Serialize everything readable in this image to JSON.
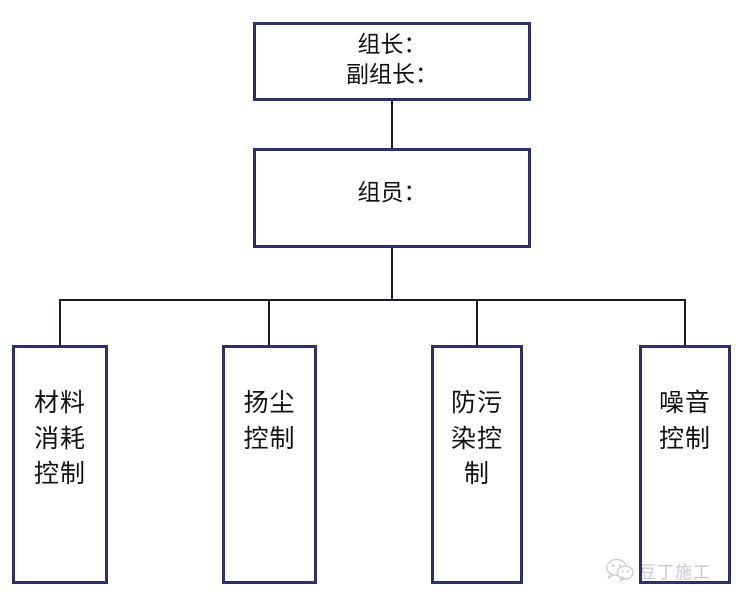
{
  "diagram": {
    "type": "organization-chart",
    "orientation": "top-down",
    "border_color": "#2c3070",
    "line_color": "#1a1a2e",
    "background_color": "#ffffff",
    "nodes": {
      "leader": {
        "id": "leader",
        "level": 1,
        "text": "组长：\n副组长："
      },
      "members": {
        "id": "members",
        "level": 2,
        "text": "组员："
      },
      "leaves": [
        {
          "id": "material-consumption-control",
          "level": 3,
          "text": "材料\n消耗\n控制"
        },
        {
          "id": "dust-control",
          "level": 3,
          "text": "扬尘\n控制"
        },
        {
          "id": "pollution-prevention-control",
          "level": 3,
          "text": "防污\n染控\n制"
        },
        {
          "id": "noise-control",
          "level": 3,
          "text": "噪音\n控制"
        }
      ]
    },
    "connections": [
      {
        "from": "leader",
        "to": "members"
      },
      {
        "from": "members",
        "to": "material-consumption-control"
      },
      {
        "from": "members",
        "to": "dust-control"
      },
      {
        "from": "members",
        "to": "pollution-prevention-control"
      },
      {
        "from": "members",
        "to": "noise-control"
      }
    ]
  },
  "watermark": {
    "text": "豆丁施工",
    "logo": "wechat-logo"
  }
}
